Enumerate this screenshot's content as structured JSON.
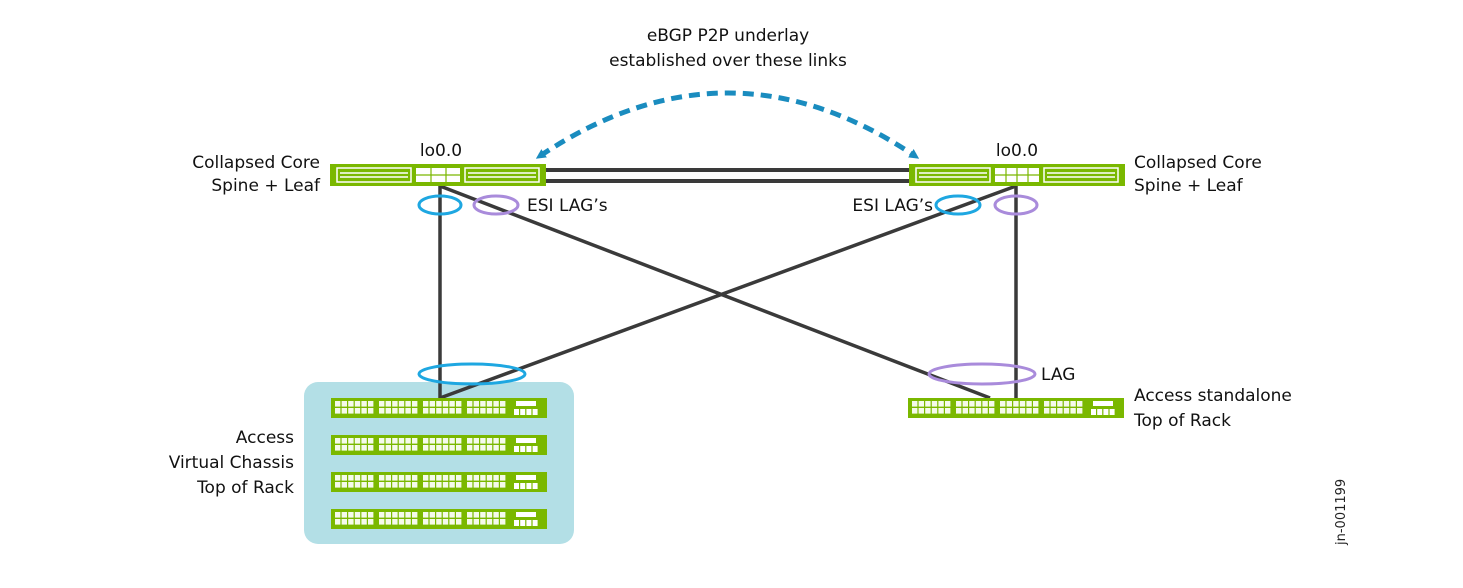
{
  "title": {
    "line1": "eBGP P2P underlay",
    "line2": "established over these links"
  },
  "left_spine": {
    "label_line1": "Collapsed Core",
    "label_line2": "Spine + Leaf",
    "loopback": "lo0.0",
    "esi_label": "ESI LAG’s"
  },
  "right_spine": {
    "label_line1": "Collapsed Core",
    "label_line2": "Spine + Leaf",
    "loopback": "lo0.0",
    "esi_label": "ESI LAG’s"
  },
  "left_access": {
    "label_line1": "Access",
    "label_line2": "Virtual Chassis",
    "label_line3": "Top of Rack",
    "member_count": 4
  },
  "right_access": {
    "label_line1": "Access standalone",
    "label_line2": "Top of Rack",
    "lag_label": "LAG"
  },
  "figure_id": "jn-001199",
  "colors": {
    "switch_green": "#7ab800",
    "vc_background": "#b3dfe6",
    "lag_blue": "#1ea7e1",
    "lag_purple": "#a98bdb",
    "arc_blue": "#1a8cbf",
    "link": "#3a3a3a"
  }
}
